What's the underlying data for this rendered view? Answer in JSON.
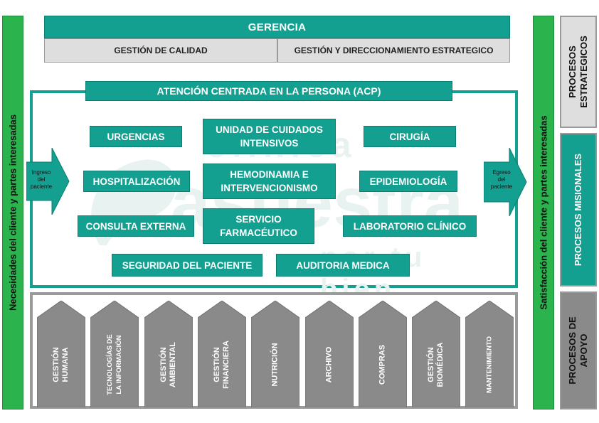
{
  "colors": {
    "teal": "#13a091",
    "green": "#2bb34d",
    "gray": "#8a8a8a",
    "light_gray": "#dedede"
  },
  "left_bar": {
    "text": "Necesidades del cliente y partes interesadas"
  },
  "right_bar": {
    "text": "Satisfacción del cliente y partes interesadas"
  },
  "categories": {
    "estrategicos": {
      "line1": "PROCESOS",
      "line2": "ESTRATEGICOS"
    },
    "misionales": {
      "text": "PROCESOS MISIONALES"
    },
    "apoyo": {
      "line1": "PROCESOS DE",
      "line2": "APOYO"
    }
  },
  "strategic": {
    "gerencia": "GERENCIA",
    "calidad": "GESTIÓN DE CALIDAD",
    "direccionamiento": "GESTIÓN Y DIRECCIONAMIENTO ESTRATEGICO"
  },
  "missional": {
    "title": "ATENCIÓN CENTRADA EN LA PERSONA (ACP)",
    "ingreso": {
      "line1": "Ingreso",
      "line2": "del",
      "line3": "paciente"
    },
    "egreso": {
      "line1": "Egreso",
      "line2": "del",
      "line3": "paciente"
    },
    "urgencias": "URGENCIAS",
    "uci": {
      "line1": "UNIDAD DE CUIDADOS",
      "line2": "INTENSIVOS"
    },
    "cirugia": "CIRUGÍA",
    "hospitalizacion": "HOSPITALIZACIÓN",
    "hemodinamia": {
      "line1": "HEMODINAMIA E",
      "line2": "INTERVENCIONISMO"
    },
    "epidemiologia": "EPIDEMIOLOGÍA",
    "consulta": "CONSULTA EXTERNA",
    "farmaceutico": {
      "line1": "SERVICIO",
      "line2": "FARMACÉUTICO"
    },
    "laboratorio": "LABORATORIO CLÍNICO",
    "seguridad": "SEGURIDAD DEL PACIENTE",
    "auditoria": "AUDITORIA MEDICA"
  },
  "watermark": {
    "line1": "clínica",
    "line2": "asuestra",
    "line3": "por tu bien"
  },
  "support": [
    {
      "line1": "GESTIÓN",
      "line2": "HUMANA"
    },
    {
      "line1": "TECNOLOGÍAS DE",
      "line2": "LA INFORMACIÓN"
    },
    {
      "line1": "GESTIÓN",
      "line2": "AMBIENTAL"
    },
    {
      "line1": "GESTIÓN",
      "line2": "FINANCIERA"
    },
    {
      "line1": "NUTRICIÓN",
      "line2": ""
    },
    {
      "line1": "ARCHIVO",
      "line2": ""
    },
    {
      "line1": "COMPRAS",
      "line2": ""
    },
    {
      "line1": "GESTIÓN",
      "line2": "BIOMÉDICA"
    },
    {
      "line1": "MANTENIMIENTO",
      "line2": ""
    }
  ]
}
